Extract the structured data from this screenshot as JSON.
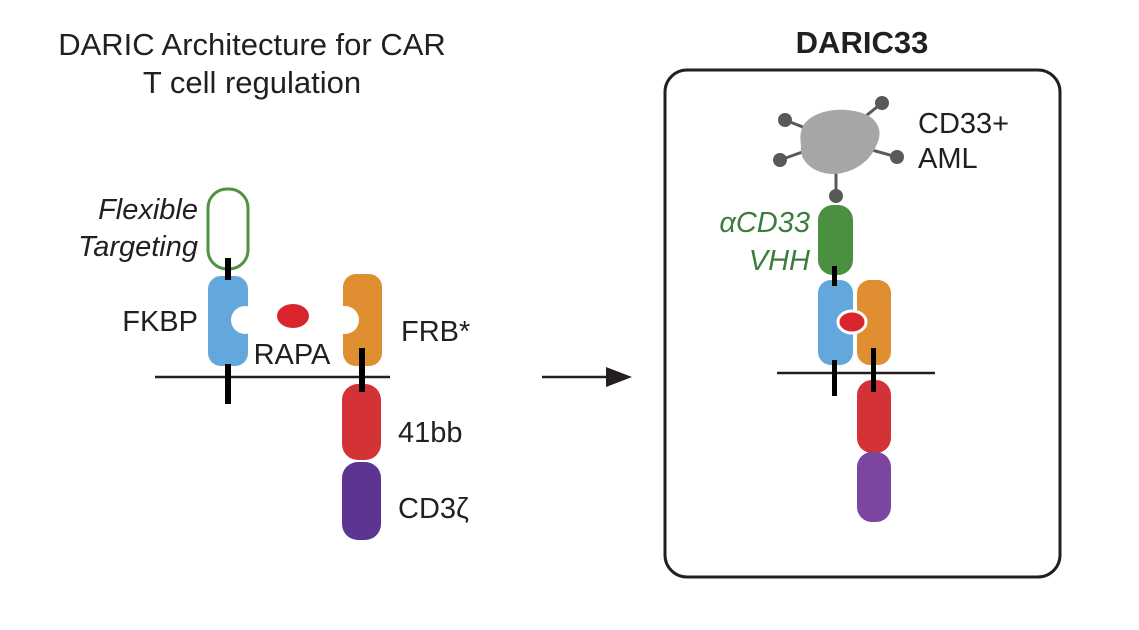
{
  "left_panel": {
    "title_line1": "DARIC Architecture for CAR",
    "title_line2": "T cell regulation",
    "label_flexible": "Flexible",
    "label_targeting": "Targeting",
    "label_fkbp": "FKBP",
    "label_rapa": "RAPA",
    "label_frb": "FRB*",
    "label_41bb": "41bb",
    "label_cd3z": "CD3ζ"
  },
  "right_panel": {
    "title": "DARIC33",
    "label_cd33_line1": "CD33+",
    "label_cd33_line2": "AML",
    "label_vhh_line1": "αCD33",
    "label_vhh_line2": "VHH"
  },
  "colors": {
    "fkbp": "#62a8dd",
    "frb": "#e08e32",
    "rapa": "#d9262e",
    "signal_41bb": "#d33236",
    "cd3z": "#5c3593",
    "vhh": "#4a9040",
    "targeting_outline": "#4f9240",
    "aml": "#a6a6a6",
    "aml_knobs": "#595959",
    "cd3z_right": "#7b45a0"
  }
}
